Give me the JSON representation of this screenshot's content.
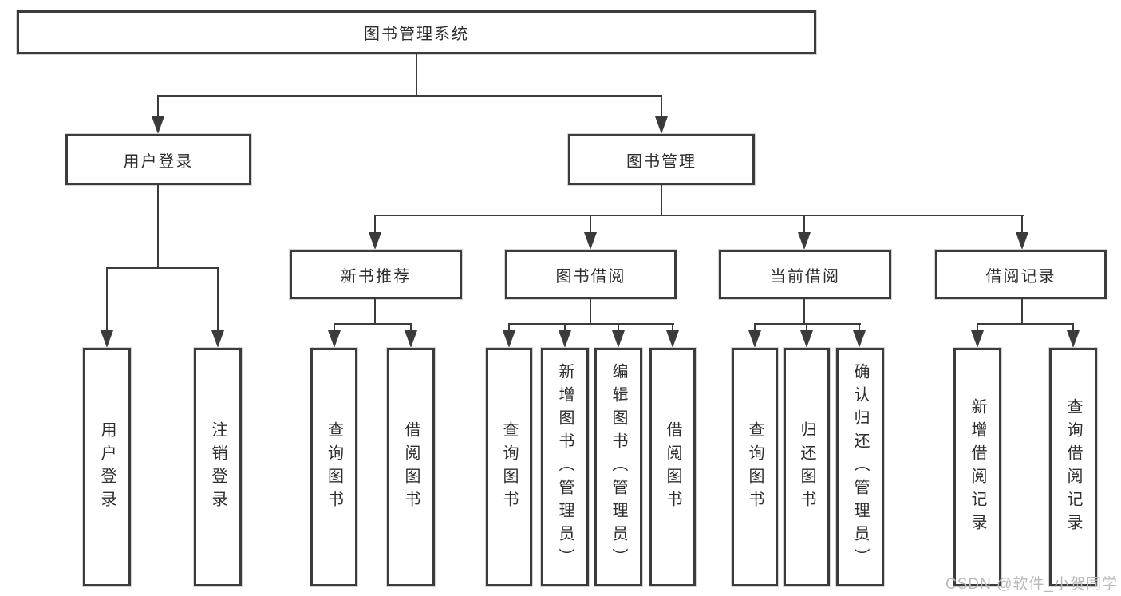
{
  "diagram": {
    "root": "图书管理系统",
    "user_login": {
      "label": "用户登录",
      "children": [
        "用户登录",
        "注销登录"
      ]
    },
    "book_mgmt": {
      "label": "图书管理",
      "modules": [
        {
          "label": "新书推荐",
          "children": [
            "查询图书",
            "借阅图书"
          ]
        },
        {
          "label": "图书借阅",
          "children": [
            "查询图书",
            "新增图书（管理员）",
            "编辑图书（管理员）",
            "借阅图书"
          ]
        },
        {
          "label": "当前借阅",
          "children": [
            "查询图书",
            "归还图书",
            "确认归还（管理员）"
          ]
        },
        {
          "label": "借阅记录",
          "children": [
            "新增借阅记录",
            "查询借阅记录"
          ]
        }
      ]
    }
  },
  "watermark": "CSDN @软件_小贺同学",
  "colors": {
    "line": "#3b3b3b",
    "text": "#2e2e2e",
    "watermark": "#b9b9b9",
    "background": "#ffffff"
  }
}
